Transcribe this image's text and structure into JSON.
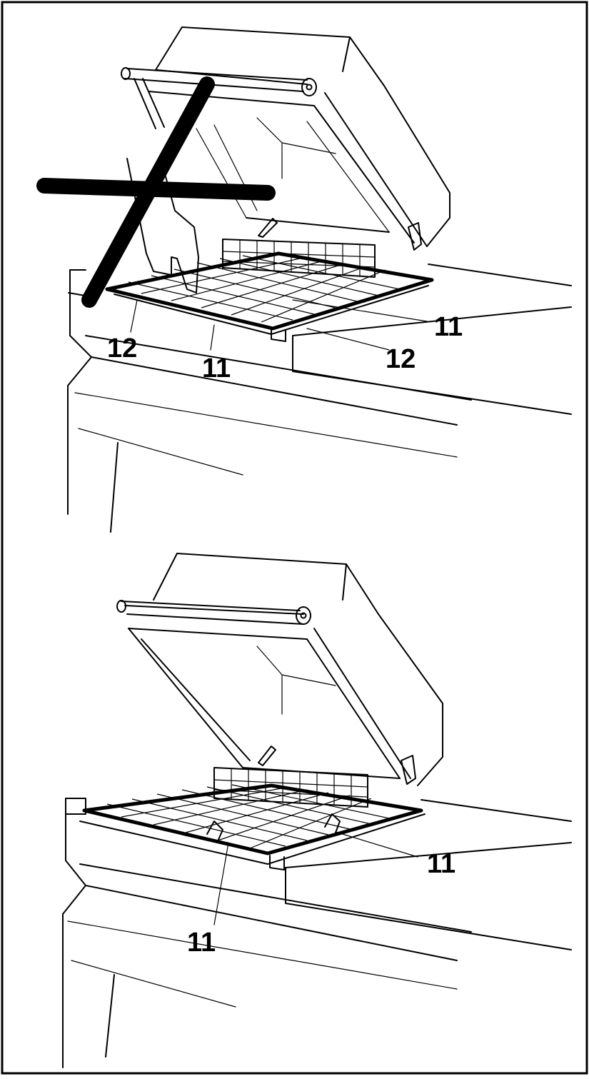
{
  "figure": {
    "top": {
      "labels": {
        "rear_left": "12",
        "rear_center": "11",
        "right_upper": "11",
        "right_lower": "12"
      },
      "prohibited": true
    },
    "bottom": {
      "labels": {
        "right": "11",
        "center": "11"
      },
      "prohibited": false
    }
  }
}
